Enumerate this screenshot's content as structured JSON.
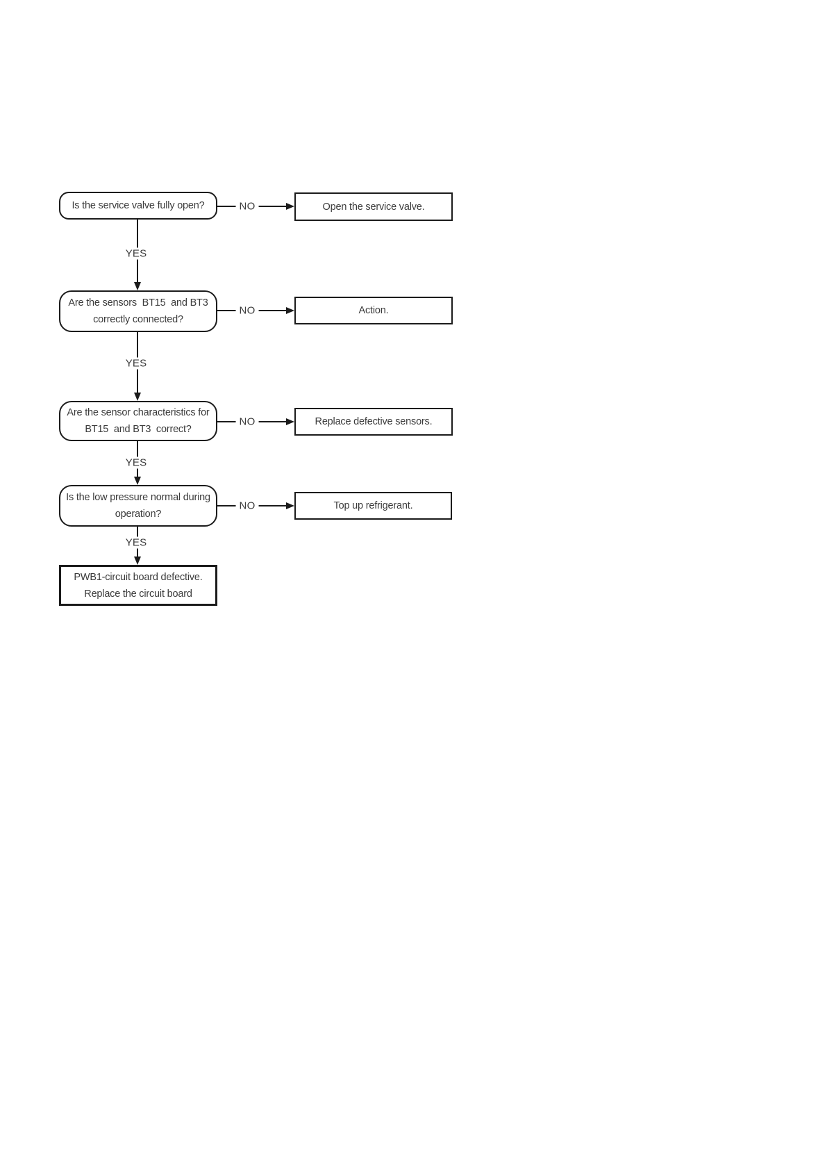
{
  "flowchart": {
    "connector_labels": {
      "yes": "YES",
      "no": "NO"
    },
    "colors": {
      "line": "#1b1b1b",
      "text": "#3b3b3b",
      "background": "#ffffff"
    },
    "steps": [
      {
        "question_lines": [
          "Is the service valve fully open?"
        ],
        "no_action": "Open the service valve."
      },
      {
        "question_lines": [
          "Are the sensors  BT15  and BT3",
          "correctly connected?"
        ],
        "no_action": "Action."
      },
      {
        "question_lines": [
          "Are the sensor characteristics for",
          "BT15  and BT3  correct?"
        ],
        "no_action": "Replace defective sensors."
      },
      {
        "question_lines": [
          "Is the low pressure normal during",
          "operation?"
        ],
        "no_action": "Top up refrigerant."
      }
    ],
    "conclusion_lines": [
      "PWB1-circuit board defective.",
      "Replace the circuit board"
    ]
  }
}
